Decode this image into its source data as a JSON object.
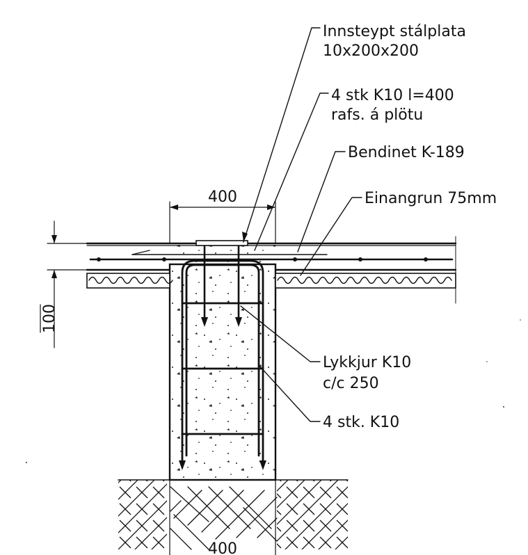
{
  "labels": {
    "plate_line1": "Innsteypt stálplata",
    "plate_line2": "10x200x200",
    "anchor_line1": "4 stk K10 l=400",
    "anchor_line2": "rafs. á plötu",
    "mesh": "Bendinet K-189",
    "insulation": "Einangrun 75mm",
    "stirrups_line1": "Lykkjur K10",
    "stirrups_line2": "c/c 250",
    "bars": "4 stk. K10"
  },
  "dimensions": {
    "top_width": "400",
    "slab_thickness": "100",
    "bottom_width": "400"
  }
}
